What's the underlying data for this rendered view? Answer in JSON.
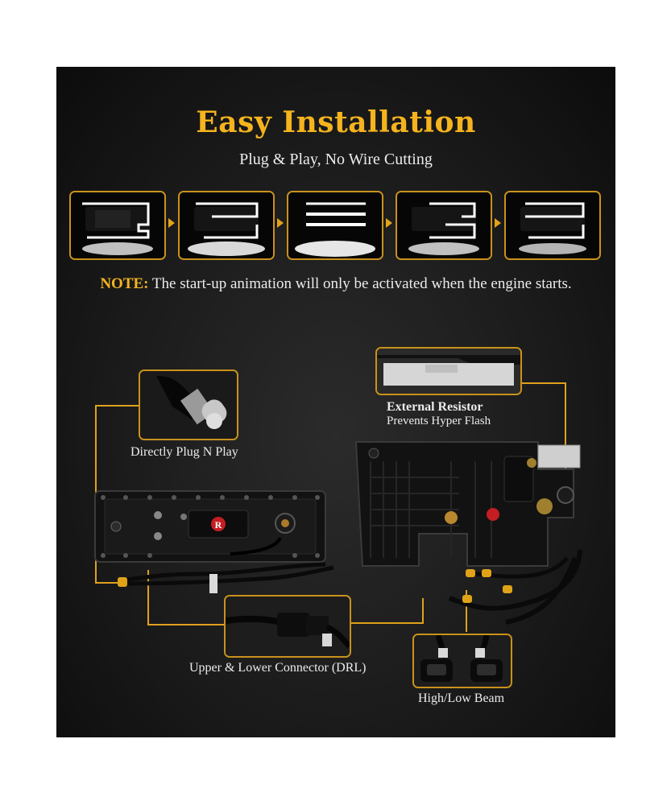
{
  "header": {
    "title": "Easy Installation",
    "subtitle": "Plug & Play, No Wire Cutting"
  },
  "animation_frames": [
    "frame-1",
    "frame-2",
    "frame-3",
    "frame-4",
    "frame-5"
  ],
  "note": {
    "label": "NOTE:",
    "text": " The start-up animation will only be activated when the engine starts."
  },
  "callouts": {
    "plug": "Directly Plug N Play",
    "resistor_title": "External Resistor",
    "resistor_sub": "Prevents Hyper Flash",
    "connector": "Upper & Lower Connector (DRL)",
    "beam": "High/Low Beam"
  },
  "product_logo_letter": "R",
  "colors": {
    "accent": "#f5b41e",
    "frame_border": "#c9921c",
    "background": "#1b1b1b",
    "text": "#ececec"
  }
}
